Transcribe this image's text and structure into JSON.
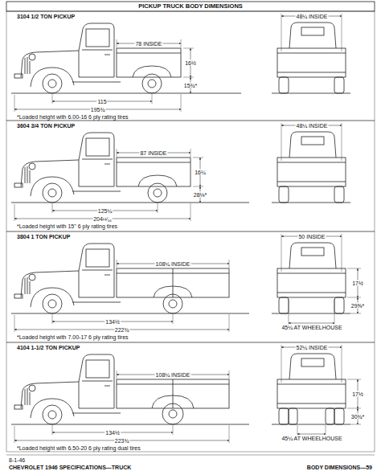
{
  "diagram": {
    "title": "PICKUP TRUCK BODY DIMENSIONS",
    "labels": [
      "3104 1/2 TON PICKUP",
      "78 INSIDE",
      "48¼ INSIDE",
      "16½",
      "15¾*",
      "115",
      "195¾",
      "*Loaded height with 6.00-16 6 ply rating tires",
      "3604 3/4 TON PICKUP",
      "87 INSIDE",
      "48¼ INSIDE",
      "16¼",
      "28⅛*",
      "125¼",
      "204¹¹⁄₁₆",
      "*Loaded height with 15\" 6 ply rating tires",
      "3804 1 TON PICKUP",
      "108¼ INSIDE",
      "50 INSIDE",
      "17½",
      "29⅝*",
      "134½",
      "222¾",
      "45¼ AT WHEELHOUSE",
      "*Loaded height with 7.00-17 6 ply rating tires",
      "4104 1-1/2 TON PICKUP",
      "108¼ INSIDE",
      "52¼ INSIDE",
      "17½",
      "30¾*",
      "134½",
      "223¾",
      "45¼ AT WHEELHOUSE",
      "*Loaded height with 6.50-20 6 ply rating dual tires",
      "8-1-46",
      "CHEVROLET 1946 SPECIFICATIONS—TRUCK",
      "BODY DIMENSIONS—59"
    ]
  }
}
